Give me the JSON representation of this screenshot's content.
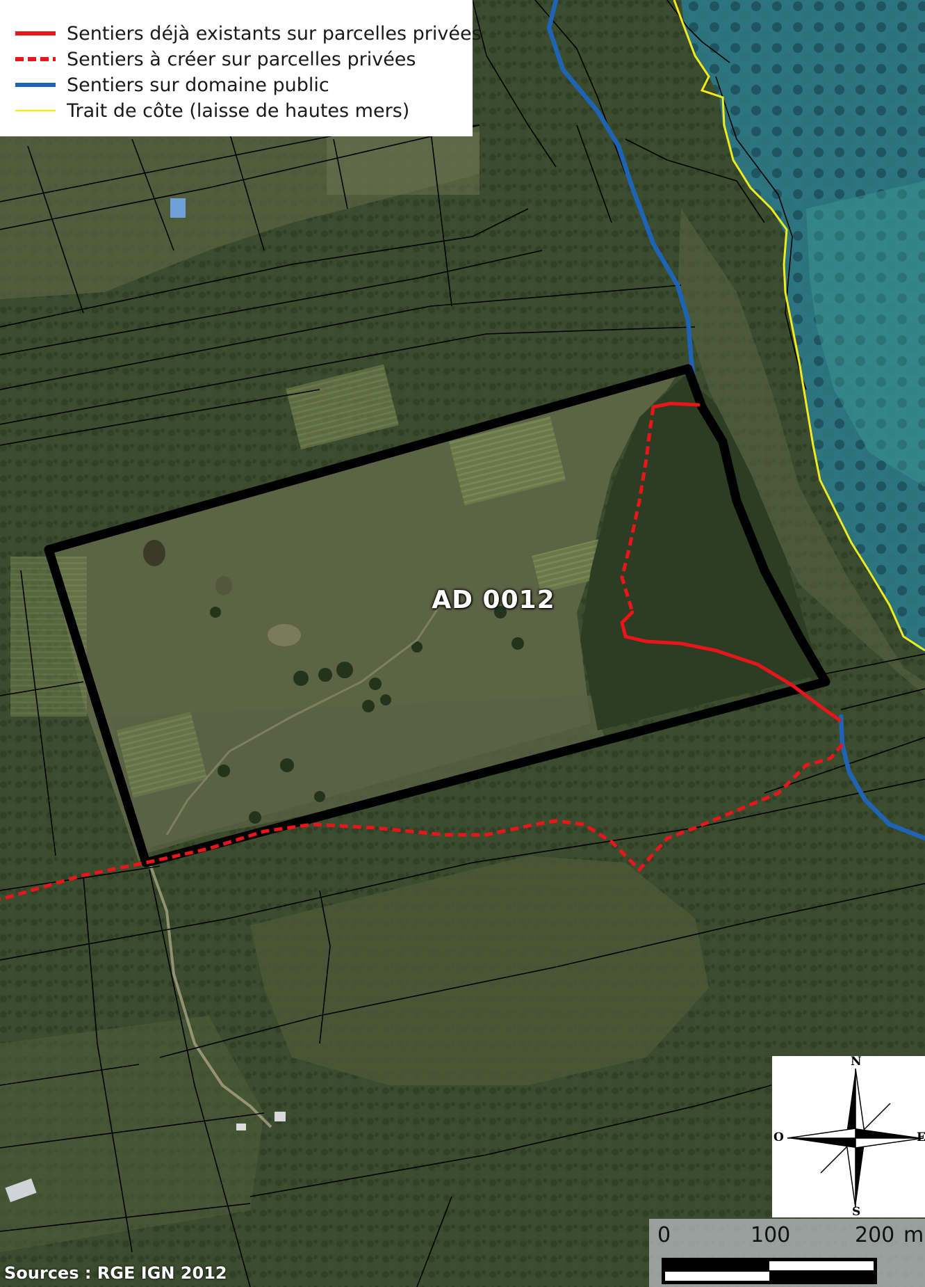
{
  "legend": {
    "items": [
      {
        "label": "Sentiers déjà existants sur parcelles privées",
        "color": "#e8151b",
        "style": "solid"
      },
      {
        "label": "Sentiers à créer sur parcelles privées",
        "color": "#e8151b",
        "style": "dashed"
      },
      {
        "label": "Sentiers sur domaine public",
        "color": "#1f64b4",
        "style": "solid"
      },
      {
        "label": "Trait de côte (laisse de hautes mers)",
        "color": "#f2ea1c",
        "style": "thin"
      }
    ]
  },
  "parcel": {
    "label": "AD 0012"
  },
  "compass": {
    "north": "N",
    "south": "S",
    "west": "O",
    "east": "E"
  },
  "scale": {
    "ticks": [
      "0",
      "100",
      "200"
    ],
    "unit": "m"
  },
  "source": "Sources : RGE IGN 2012",
  "colors": {
    "forest": "#334528",
    "forest_dark": "#243320",
    "pasture": "#5e6446",
    "sea_deep": "#1d4d5a",
    "sea_shallow": "#3a8a8a",
    "parcel_outline": "#000000",
    "cadastre_line": "#000000"
  }
}
